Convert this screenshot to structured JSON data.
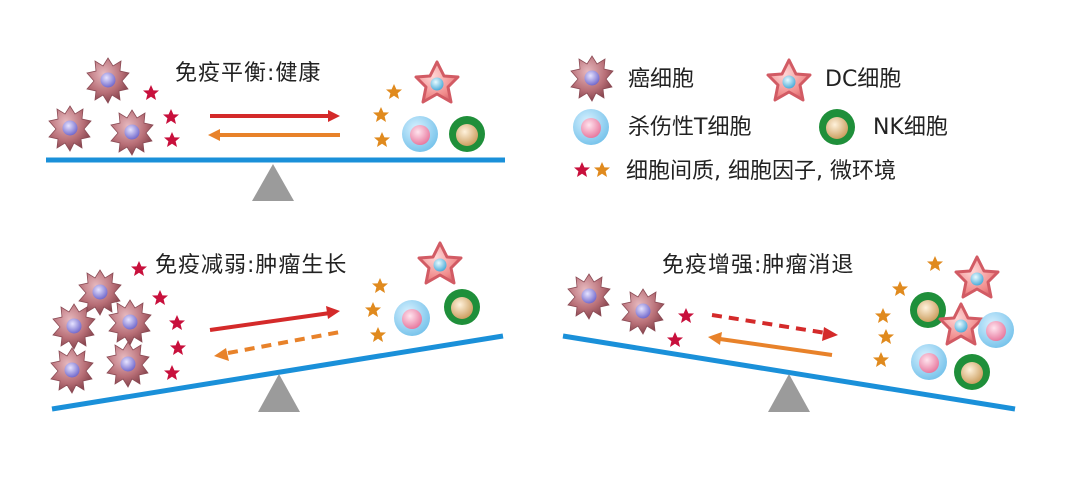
{
  "panels": {
    "balance": {
      "title": "免疫平衡:健康",
      "state": "balanced"
    },
    "weakened": {
      "title": "免疫减弱:肿瘤生长",
      "state": "tumor-heavy"
    },
    "enhanced": {
      "title": "免疫增强:肿瘤消退",
      "state": "immune-heavy"
    }
  },
  "legend": {
    "cancer_cell": "癌细胞",
    "dc_cell": "DC细胞",
    "t_cell": "杀伤性T细胞",
    "nk_cell": "NK细胞",
    "matrix": "细胞间质, 细胞因子, 微环境"
  },
  "colors": {
    "beam": "#1a90d9",
    "fulcrum": "#9b9b9b",
    "arrow_red": "#d42a2a",
    "arrow_orange": "#e8822a",
    "cancer": "#b86f77",
    "dc": "#f08a8a",
    "t_cell_outer": "#8fd0f0",
    "t_cell_inner": "#f08aa6",
    "nk_outer": "#1f8f3a",
    "nk_inner": "#d8b27a",
    "star_red": "#c8103c",
    "star_orange": "#e08a1e"
  }
}
